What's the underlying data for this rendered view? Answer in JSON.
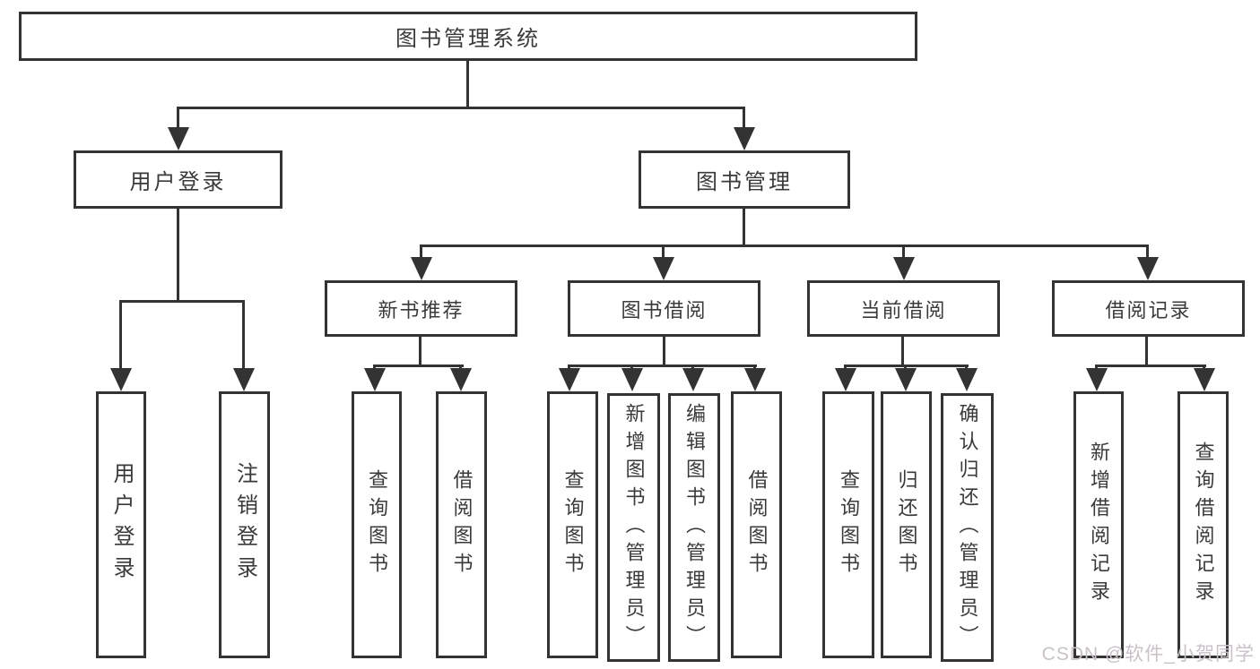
{
  "tree": {
    "root_label": "图书管理系统",
    "branches": [
      {
        "label": "用户登录",
        "leaves": [
          "用户登录",
          "注销登录"
        ]
      },
      {
        "label": "图书管理",
        "groups": [
          {
            "label": "新书推荐",
            "leaves": [
              "查询图书",
              "借阅图书"
            ]
          },
          {
            "label": "图书借阅",
            "leaves": [
              "查询图书",
              "新增图书（管理员）",
              "编辑图书（管理员）",
              "借阅图书"
            ]
          },
          {
            "label": "当前借阅",
            "leaves": [
              "查询图书",
              "归还图书",
              "确认归还（管理员）"
            ]
          },
          {
            "label": "借阅记录",
            "leaves": [
              "新增借阅记录",
              "查询借阅记录"
            ]
          }
        ]
      }
    ]
  },
  "watermark": {
    "text": "CSDN @软件_小贺同学"
  },
  "colors": {
    "line": "#333333",
    "box_border": "#333333",
    "text": "#3a3a3a",
    "watermark": "#c8c2c8",
    "background": "#ffffff"
  }
}
